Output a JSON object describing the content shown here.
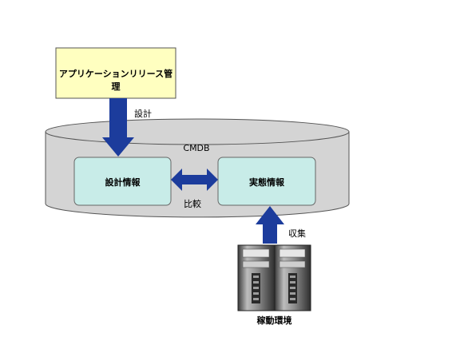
{
  "app_box": {
    "label": "アプリケーションリリース管理"
  },
  "arrows": {
    "design_label": "設計",
    "compare_label": "比較",
    "collect_label": "収集"
  },
  "cmdb": {
    "title": "CMDB"
  },
  "boxes": {
    "design_info": "設計情報",
    "actual_info": "実態情報"
  },
  "environment": {
    "label": "稼動環境"
  },
  "colors": {
    "app_box_fill": "#ffffc0",
    "cylinder_fill": "#d4d4d4",
    "info_box_fill": "#c8ece8",
    "arrow_fill": "#1c3c9c"
  }
}
